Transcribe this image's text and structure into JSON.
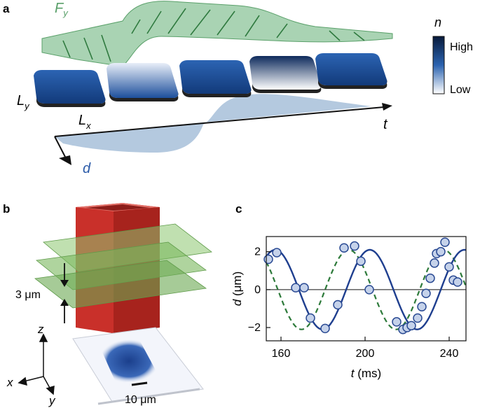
{
  "panel_a": {
    "letter": "a",
    "force_label": "F",
    "force_sub": "y",
    "length_y": "L",
    "length_y_sub": "y",
    "length_x": "L",
    "length_x_sub": "x",
    "time_label": "t",
    "disp_label": "d",
    "colorbar": {
      "title": "n",
      "high": "High",
      "low": "Low"
    },
    "colors": {
      "force": "#5aa06a",
      "slab": "#1f4e99",
      "disp": "#a7bfd9"
    }
  },
  "panel_b": {
    "letter": "b",
    "spacing_label": "3 μm",
    "scale_label": "10 μm",
    "axes": {
      "z": "z",
      "x": "x",
      "y": "y"
    },
    "colors": {
      "beam": "#d23a33",
      "sheets": "#6fb25c"
    }
  },
  "panel_c": {
    "letter": "c",
    "colors": {
      "fit": "#1f3f8f",
      "drive": "#2d7a3a",
      "points": "#c5d2ea"
    }
  },
  "chart_data": {
    "type": "scatter",
    "xlabel": "t (ms)",
    "ylabel": "d (μm)",
    "xlim": [
      153,
      248
    ],
    "ylim": [
      -2.7,
      2.8
    ],
    "xticks": [
      160,
      200,
      240
    ],
    "yticks": [
      2,
      0,
      -2
    ],
    "series": [
      {
        "kind": "points",
        "x": [
          154,
          158,
          167,
          171,
          174,
          181,
          187,
          190,
          195,
          198,
          202,
          215,
          218,
          220,
          222,
          225,
          227,
          229,
          231,
          233,
          234,
          236,
          238,
          240,
          242,
          244
        ],
        "y": [
          1.6,
          1.95,
          0.1,
          0.1,
          -1.5,
          -2.05,
          -0.8,
          2.2,
          2.3,
          1.5,
          0.0,
          -1.7,
          -2.1,
          -2.0,
          -1.9,
          -1.5,
          -0.9,
          -0.2,
          0.6,
          1.4,
          1.9,
          2.0,
          2.5,
          1.2,
          0.5,
          0.4
        ]
      },
      {
        "kind": "fit",
        "amplitude": 2.1,
        "period_ms": 45,
        "phase_ms": 146
      },
      {
        "kind": "drive",
        "style": "dashed",
        "amplitude": 2.1,
        "period_ms": 45,
        "phase_ms": 136
      }
    ]
  }
}
